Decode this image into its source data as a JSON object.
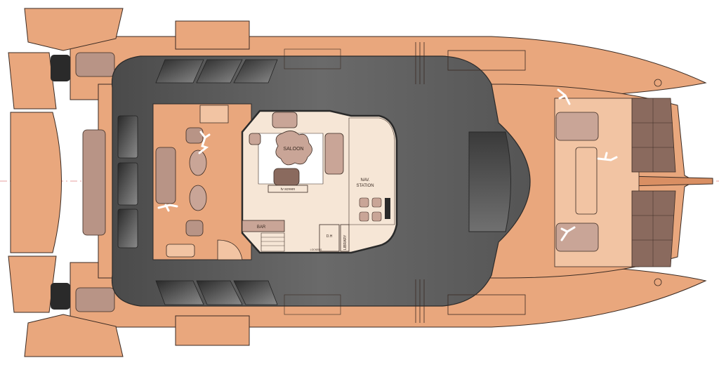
{
  "labels": {
    "saloon": "SALOON",
    "tv_screen": "tv screen",
    "bar": "BAR",
    "nav_station_line1": "NAV.",
    "nav_station_line2": "STATION",
    "dh": "D.H",
    "library": "LIBRARY",
    "lockers": "LOCKERS"
  },
  "colors": {
    "deck": "#e9a77d",
    "deck_light": "#f2c4a3",
    "deck_dark": "#d98f63",
    "hardtop": "#5e5e5e",
    "hardtop_dark": "#3c3c3c",
    "interior": "#f6e6d6",
    "furniture": "#c9a597",
    "outline": "#3a2a22"
  }
}
